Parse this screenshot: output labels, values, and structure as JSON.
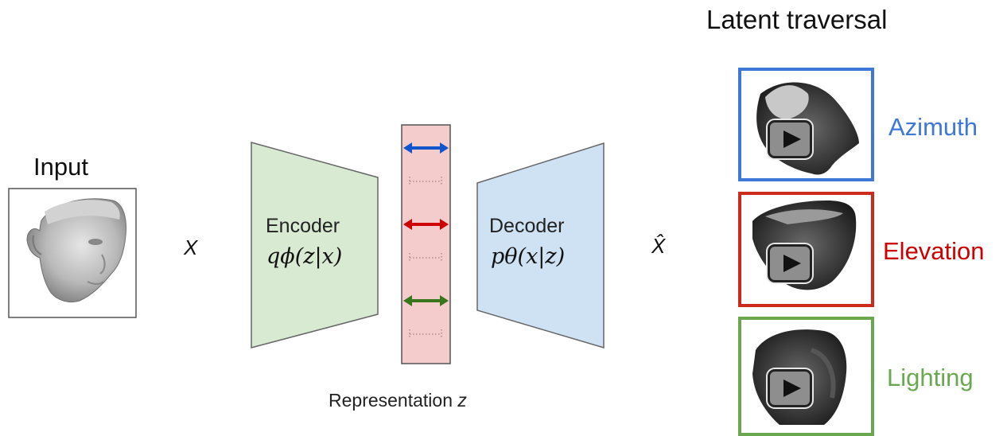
{
  "input_label": "Input",
  "x_label": "X",
  "x_hat_label": "X̂",
  "encoder": {
    "title": "Encoder",
    "formula": "qϕ(z|x)"
  },
  "decoder": {
    "title": "Decoder",
    "formula": "pθ(x|z)"
  },
  "representation_label": {
    "text": "Representation ",
    "var": "z"
  },
  "traversal_title": "Latent traversal",
  "latents": [
    {
      "name": "Azimuth",
      "color": "#3d78d8"
    },
    {
      "name": "Elevation",
      "color": "#cc2a1a"
    },
    {
      "name": "Lighting",
      "color": "#6aa84f"
    }
  ],
  "colors": {
    "encoder_fill": "#d9ead3",
    "decoder_fill": "#cfe2f3",
    "latent_fill": "#f4cccc",
    "arrow_blue": "#1155cc",
    "arrow_red": "#cc0000",
    "arrow_green": "#38761d"
  }
}
